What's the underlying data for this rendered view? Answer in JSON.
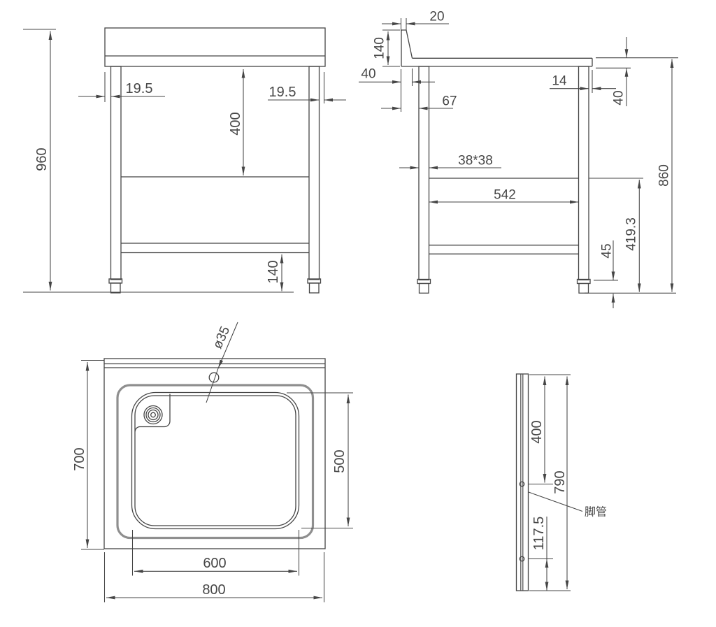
{
  "drawing_type": "stainless-steel sink work table, 4-view dimensioned CAD drawing",
  "colors": {
    "line": "#454545",
    "sink_rim": "#8f8f8f",
    "text": "#474747",
    "background": "#ffffff"
  },
  "front_view": {
    "overall_height": "960",
    "leg_inset_left": "19.5",
    "leg_inset_right": "19.5",
    "worktop_to_shelf": "400",
    "shelf_to_floor": "140"
  },
  "side_view": {
    "splashback_top_width": "20",
    "splashback_height": "140",
    "splashback_base_depth": "40",
    "front_leg_setback": "67",
    "rear_leg_to_edge": "14",
    "worktop_thickness": "40",
    "leg_tube_section": "38*38",
    "shelf_clear_span": "542",
    "shelf_to_floor": "419.3",
    "foot_height": "45",
    "overall_height": "860"
  },
  "top_view": {
    "faucet_hole": "ø35",
    "overall_depth": "700",
    "bowl_depth": "500",
    "bowl_width": "600",
    "overall_width": "800"
  },
  "leg_detail": {
    "top_to_upper_hole": "400",
    "tube_length": "790",
    "lower_hole_to_bottom": "117.5",
    "callout": "脚管"
  }
}
